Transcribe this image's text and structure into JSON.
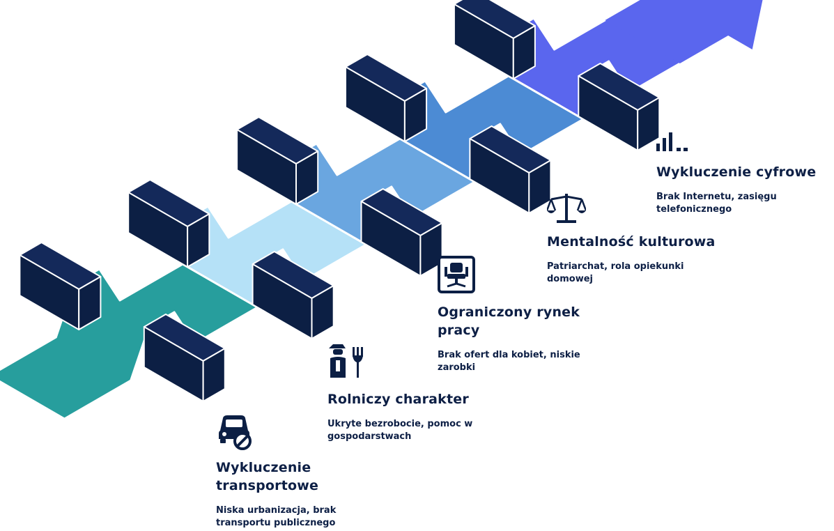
{
  "colors": {
    "navy": "#0c1f44",
    "teal": "#279e9d",
    "light_blue": "#b5e1f7",
    "mid_blue": "#6aa6e0",
    "steel_blue": "#4c8bd4",
    "indigo": "#5a66ee"
  },
  "steps": [
    {
      "title": "Wykluczenie transportowe",
      "description": "Niska urbanizacja, brak transportu publicznego",
      "icon": "car-no-icon",
      "color": "#279e9d"
    },
    {
      "title": "Rolniczy charakter",
      "description": "Ukryte bezrobocie, pomoc w gospodarstwach",
      "icon": "farmer-fork-icon",
      "color": "#b5e1f7"
    },
    {
      "title": "Ograniczony rynek pracy",
      "description": "Brak ofert dla kobiet, niskie zarobki",
      "icon": "office-chair-icon",
      "color": "#6aa6e0"
    },
    {
      "title": "Mentalność kulturowa",
      "description": "Patriarchat, rola opiekunki domowej",
      "icon": "scales-icon",
      "color": "#4c8bd4"
    },
    {
      "title": "Wykluczenie cyfrowe",
      "description": "Brak Internetu, zasięgu telefonicznego",
      "icon": "weak-signal-icon",
      "color": "#5a66ee"
    }
  ]
}
